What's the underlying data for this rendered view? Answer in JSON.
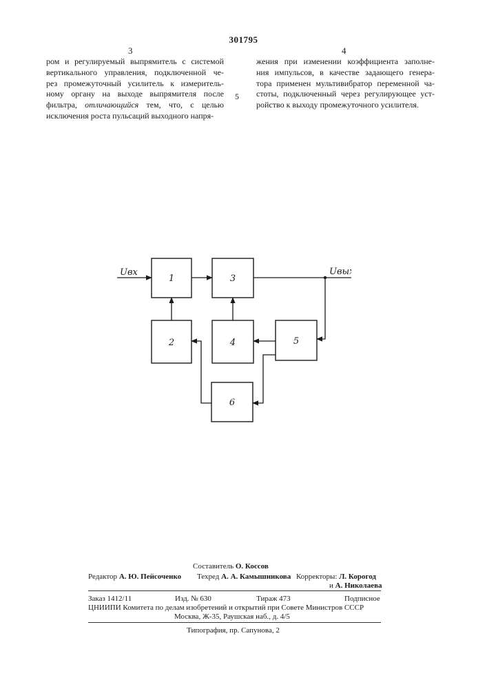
{
  "header": {
    "patent_number": "301795",
    "col_left_number": "3",
    "col_right_number": "4",
    "margin_line_number": "5"
  },
  "left_column": {
    "lines": [
      "ром и регулируемый выпрямитель с системой",
      "вертикального управления, подключенной че-",
      "рез промежуточный усилитель к измеритель-",
      "ному органу на выходе выпрямителя после",
      "фильтра, отличающийся тем, что, с целью",
      "исключения роста пульсаций выходного напря-"
    ],
    "line5_pre": "фильтра, ",
    "line5_italic": "отличающийся",
    "line5_post": " тем, что, с целью"
  },
  "right_column": {
    "lines": [
      "жения при изменении коэффициента заполне-",
      "ния импульсов, в качестве задающего генера-",
      "тора применен мультивибратор переменной ча-",
      "стоты, подключенный через регулирующее уст-",
      "ройство к выходу промежуточного усилителя."
    ]
  },
  "diagram": {
    "input_label": "Uвх",
    "output_label": "Uвых",
    "blocks": [
      "1",
      "2",
      "3",
      "4",
      "5",
      "6"
    ]
  },
  "footer": {
    "compiler_label": "Составитель",
    "compiler_name": "О. Коссов",
    "editor_label": "Редактор",
    "editor_name": "А. Ю. Пейсоченко",
    "techred_label": "Техред",
    "techred_name": "А. А. Камышникова",
    "correctors_label": "Корректоры:",
    "corrector_1": "Л. Корогод",
    "corrector_2_prefix": "и",
    "corrector_2": "А. Николаева",
    "order": "Заказ 1412/11",
    "edition": "Изд. № 630",
    "print_run": "Тираж 473",
    "subscription": "Подписное",
    "institute": "ЦНИИПИ Комитета по делам изобретений и открытий при Совете Министров СССР",
    "address": "Москва, Ж-35, Раушская наб., д. 4/5",
    "printing_house": "Типография, пр. Сапунова, 2"
  }
}
